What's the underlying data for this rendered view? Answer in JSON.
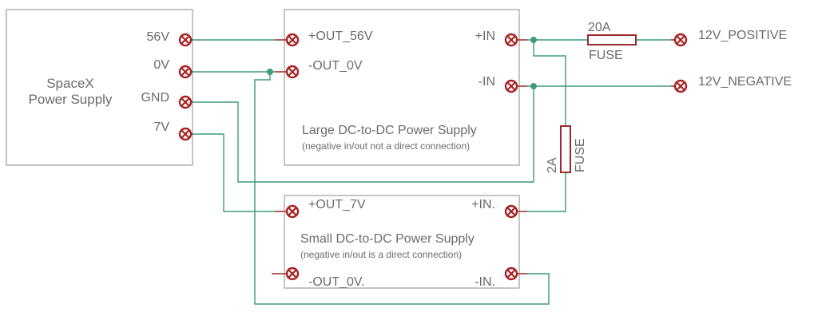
{
  "spacex": {
    "title_line1": "SpaceX",
    "title_line2": "Power Supply",
    "pins": [
      "56V",
      "0V",
      "GND",
      "7V"
    ]
  },
  "large_dcdc": {
    "title": "Large DC-to-DC Power Supply",
    "note": "(negative in/out not a direct connection)",
    "pins": [
      "+OUT_56V",
      "-OUT_0V",
      "+IN",
      "-IN"
    ]
  },
  "small_dcdc": {
    "title": "Small DC-to-DC Power Supply",
    "note": "(negative in/out is a direct connection)",
    "pins": [
      "+OUT_7V",
      "+IN.",
      "-OUT_0V.",
      "-IN."
    ]
  },
  "fuse_main": {
    "rating": "20A",
    "label": "FUSE"
  },
  "fuse_small": {
    "rating": "2A",
    "label": "FUSE"
  },
  "outputs": {
    "positive": "12V_POSITIVE",
    "negative": "12V_NEGATIVE"
  },
  "colors": {
    "wire": "#3f9a7e",
    "terminal": "#a82020",
    "box": "#8a8a8a",
    "text": "#6b6b6b"
  }
}
